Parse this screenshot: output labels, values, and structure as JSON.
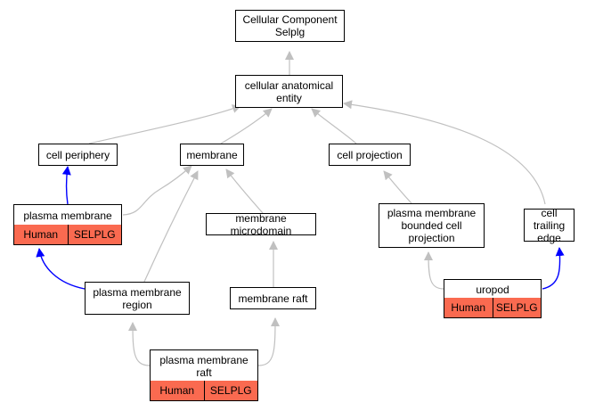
{
  "nodes": {
    "root": "Cellular Component\nSelplg",
    "cae": "cellular anatomical\nentity",
    "periphery": "cell periphery",
    "membrane": "membrane",
    "projection": "cell projection",
    "pm": "plasma membrane",
    "microdomain": "membrane microdomain",
    "pmbcp": "plasma membrane\nbounded cell\nprojection",
    "trailing": "cell trailing\nedge",
    "pmregion": "plasma membrane\nregion",
    "raft": "membrane raft",
    "uropod": "uropod",
    "pmraft": "plasma membrane\nraft"
  },
  "annotation": {
    "species": "Human",
    "gene": "SELPLG"
  },
  "colors": {
    "edge_gray": "#c0c0c0",
    "edge_blue": "#0000ff",
    "annotation_fill": "#fa6a50"
  }
}
